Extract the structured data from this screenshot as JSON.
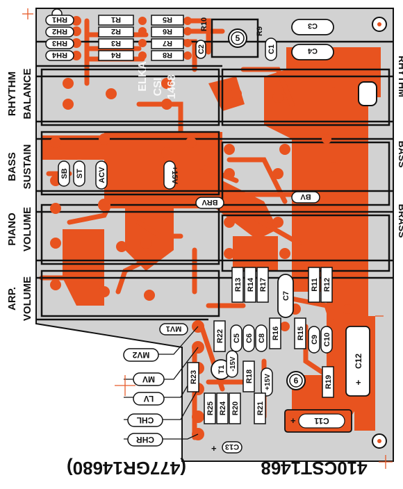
{
  "colors": {
    "copper": "#e8531f",
    "ink": "#111111",
    "board": "#cfcfcf",
    "paper": "#ffffff",
    "pencil": "#e65a2a"
  },
  "board": {
    "code_bottom": "410CST1468",
    "code_bottom2": "(477GR14680)",
    "brand": "ELKA",
    "model": "CSI",
    "model_num": "1468"
  },
  "sections": {
    "left": [
      {
        "line1": "RHYTHM",
        "line2": "BALANCE"
      },
      {
        "line1": "BASS",
        "line2": "SUSTAIN"
      },
      {
        "line1": "PIANO",
        "line2": "VOLUME"
      },
      {
        "line1": "ARP.",
        "line2": "VOLUME"
      }
    ],
    "right": [
      "RHYTHM",
      "BASS",
      "BRASS"
    ]
  },
  "connectors": {
    "top": [
      "RH1",
      "RH2",
      "RH3",
      "RH4"
    ],
    "side": [
      "MV2",
      "MV",
      "LV",
      "CHL",
      "CHR"
    ],
    "mid": [
      "MV1",
      "BRV",
      "BV"
    ],
    "switch": [
      "SB",
      "ST"
    ],
    "power": [
      "ACV",
      "+15V"
    ]
  },
  "components": {
    "resistors_top": [
      "R1",
      "R2",
      "R3",
      "R4",
      "R5",
      "R6",
      "R7",
      "R8"
    ],
    "r_misc": [
      "R9",
      "R10"
    ],
    "caps_top": [
      "C1",
      "C2",
      "C3",
      "C4"
    ],
    "ic_top": "5",
    "ic_mid": "6",
    "resistors_mid": [
      "R13",
      "R14",
      "R17",
      "R11",
      "R12"
    ],
    "caps_mid": [
      "C5",
      "C6",
      "C8",
      "C9",
      "C10",
      "C7"
    ],
    "resistors_low": [
      "R22",
      "R16",
      "R15",
      "R18",
      "R19",
      "R21",
      "R23",
      "R20",
      "R24",
      "R25"
    ],
    "transistor": "T1",
    "rail_neg": "-15V",
    "rail_pos": "+15V",
    "caps_low": [
      "C11",
      "C12",
      "C13"
    ],
    "plus": "+"
  }
}
